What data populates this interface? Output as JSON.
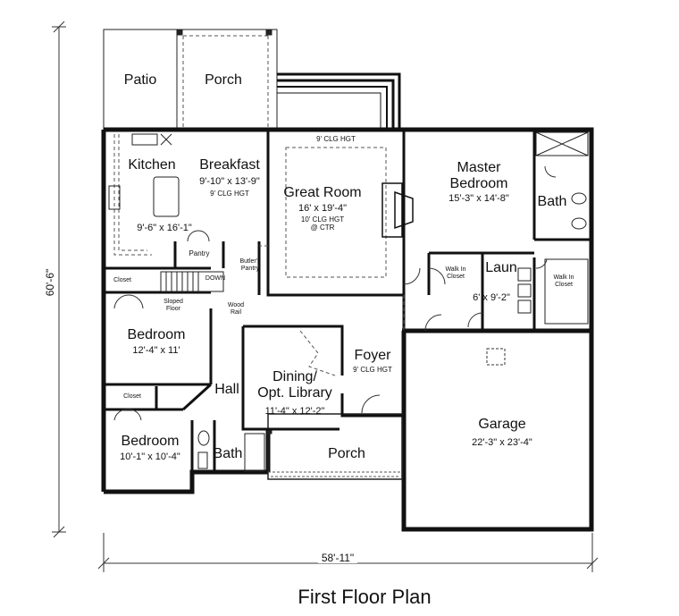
{
  "title": "First Floor Plan",
  "overall": {
    "width": "58'-11\"",
    "depth": "60'-6\""
  },
  "rooms": {
    "patio": {
      "name": "Patio"
    },
    "porch_rear": {
      "name": "Porch"
    },
    "kitchen": {
      "name": "Kitchen",
      "dims": "9'-6\" x 16'-1\""
    },
    "breakfast": {
      "name": "Breakfast",
      "dims": "9'-10\" x 13'-9\"",
      "note": "9' CLG HGT"
    },
    "great_room": {
      "name": "Great Room",
      "dims": "16' x 19'-4\"",
      "note_top": "9' CLG HGT",
      "note": "10' CLG HGT",
      "note2": "@ CTR"
    },
    "master_bedroom": {
      "name_line1": "Master",
      "name_line2": "Bedroom",
      "dims": "15'-3\" x 14'-8\""
    },
    "master_bath": {
      "name": "Bath"
    },
    "pantry": {
      "name": "Pantry"
    },
    "butlers_pantry": {
      "line1": "Butler's",
      "line2": "Pantry"
    },
    "closet_1": {
      "name": "Closet"
    },
    "sloped_floor": {
      "line1": "Sloped",
      "line2": "Floor"
    },
    "down": {
      "name": "DOWN"
    },
    "wood_rail": {
      "line1": "Wood",
      "line2": "Rail"
    },
    "walk_in_closet_1": {
      "line1": "Walk In",
      "line2": "Closet"
    },
    "laundry": {
      "name": "Laun",
      "dims": "6' x 9'-2\""
    },
    "walk_in_closet_2": {
      "line1": "Walk In",
      "line2": "Closet"
    },
    "bedroom_2": {
      "name": "Bedroom",
      "dims": "12'-4\" x 11'"
    },
    "foyer": {
      "name": "Foyer",
      "note": "9' CLG HGT"
    },
    "dining": {
      "line1": "Dining/",
      "line2": "Opt. Library",
      "dims": "11'-4\" x 12'-2\""
    },
    "hall": {
      "name": "Hall"
    },
    "closet_2": {
      "name": "Closet"
    },
    "bedroom_3": {
      "name": "Bedroom",
      "dims": "10'-1\" x 10'-4\""
    },
    "bath_2": {
      "name": "Bath"
    },
    "porch_front": {
      "name": "Porch"
    },
    "garage": {
      "name": "Garage",
      "dims": "22'-3\" x 23'-4\""
    }
  },
  "colors": {
    "wall": "#111111",
    "line": "#222222",
    "dashed": "#555555",
    "background": "#ffffff"
  }
}
